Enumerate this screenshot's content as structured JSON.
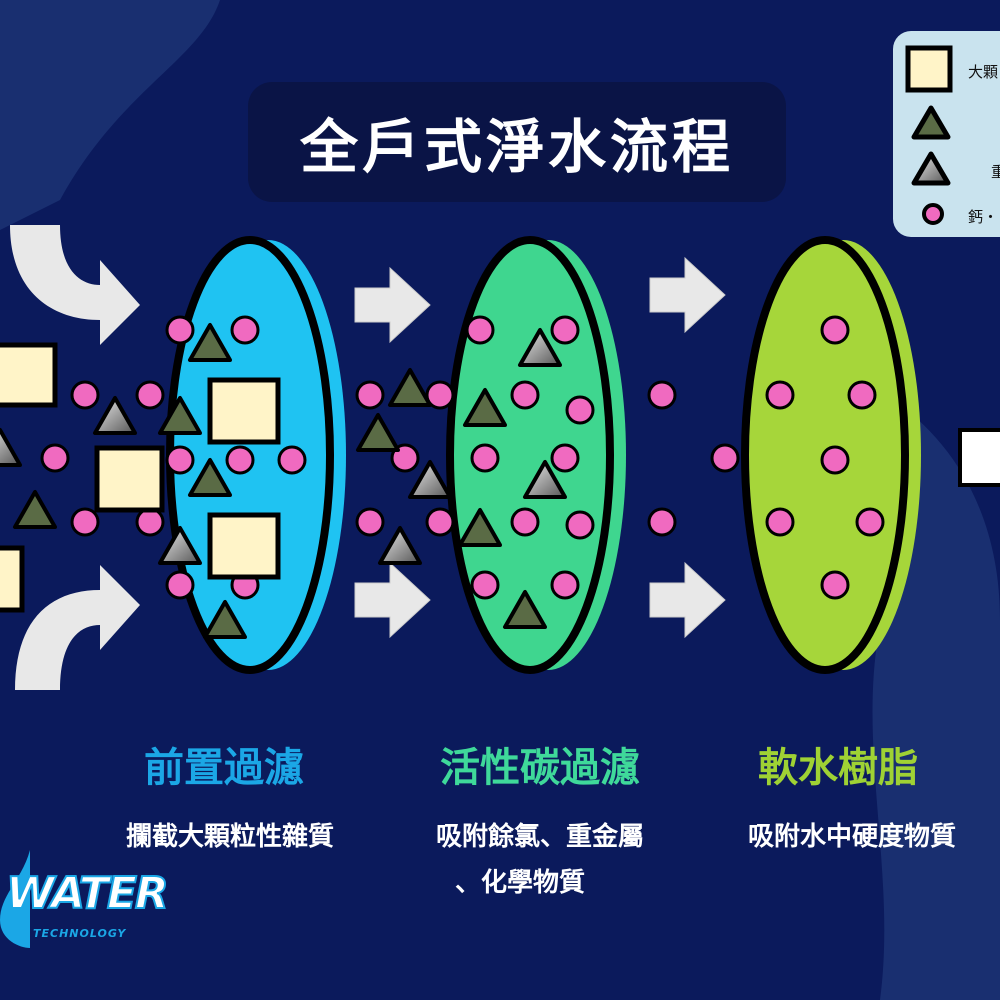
{
  "title": "全戶式淨水流程",
  "legend": {
    "items": [
      {
        "shape": "square",
        "label": "大顆"
      },
      {
        "shape": "triangle-green",
        "label": ""
      },
      {
        "shape": "triangle-gray",
        "label": "重"
      },
      {
        "shape": "circle-pink",
        "label": "鈣・"
      }
    ]
  },
  "stages": [
    {
      "name": "前置過濾",
      "desc_lines": [
        "攔截大顆粒性雜質"
      ],
      "color": "#1ba7e6",
      "filter_color": "#1fc3f2"
    },
    {
      "name": "活性碳過濾",
      "desc_lines": [
        "吸附餘氯、重金屬",
        "、化學物質"
      ],
      "color": "#3fd99a",
      "filter_color": "#3fd68f"
    },
    {
      "name": "軟水樹脂",
      "desc_lines": [
        "吸附水中硬度物質"
      ],
      "color": "#9fd234",
      "filter_color": "#a6d63a"
    }
  ],
  "logo": {
    "main": "WATER",
    "sub": "TECHNOLOGY"
  },
  "colors": {
    "background": "#0b1a5c",
    "particle_square": "#fff4c8",
    "particle_pink": "#f06ac0",
    "triangle_green": "#5a6b45"
  }
}
